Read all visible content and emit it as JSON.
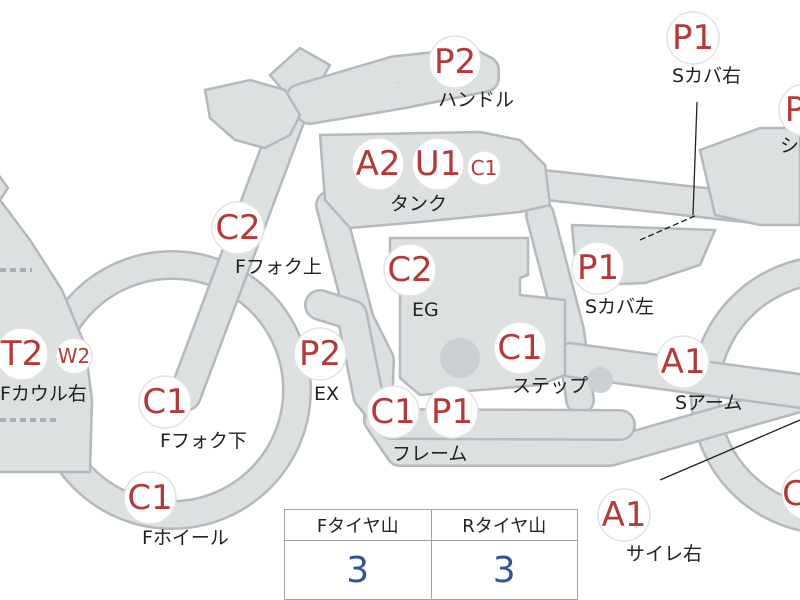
{
  "colors": {
    "part_fill": "#dde0e1",
    "part_outline": "#b3b9bc",
    "code_text": "#b23a3a",
    "tire_value": "#2f5597",
    "label_text": "#222222"
  },
  "badges": [
    {
      "code": "P2",
      "label": "ハンドル"
    },
    {
      "code": "P1",
      "label": "Sカバ右"
    },
    {
      "code": "P",
      "label": "シ"
    },
    {
      "code": "A2"
    },
    {
      "code": "U1"
    },
    {
      "code": "C1",
      "label": "タンク"
    },
    {
      "code": "C2",
      "label": "Fフォク上"
    },
    {
      "code": "C2",
      "label": "EG"
    },
    {
      "code": "P1",
      "label": "Sカバ左"
    },
    {
      "code": "T2"
    },
    {
      "code": "W2",
      "label": "Fカウル右"
    },
    {
      "code": "P2",
      "label": "EX"
    },
    {
      "code": "C1",
      "label": "ステップ"
    },
    {
      "code": "A1",
      "label": "Sアーム"
    },
    {
      "code": "C1",
      "label": "Fフォク下"
    },
    {
      "code": "C1"
    },
    {
      "code": "P1",
      "label": "フレーム"
    },
    {
      "code": "C1",
      "label": "Fホイール"
    },
    {
      "code": "A1",
      "label": "サイレ右"
    },
    {
      "code": "C"
    }
  ],
  "tire_table": {
    "headers": [
      "Fタイヤ山",
      "Rタイヤ山"
    ],
    "values": [
      "3",
      "3"
    ]
  }
}
